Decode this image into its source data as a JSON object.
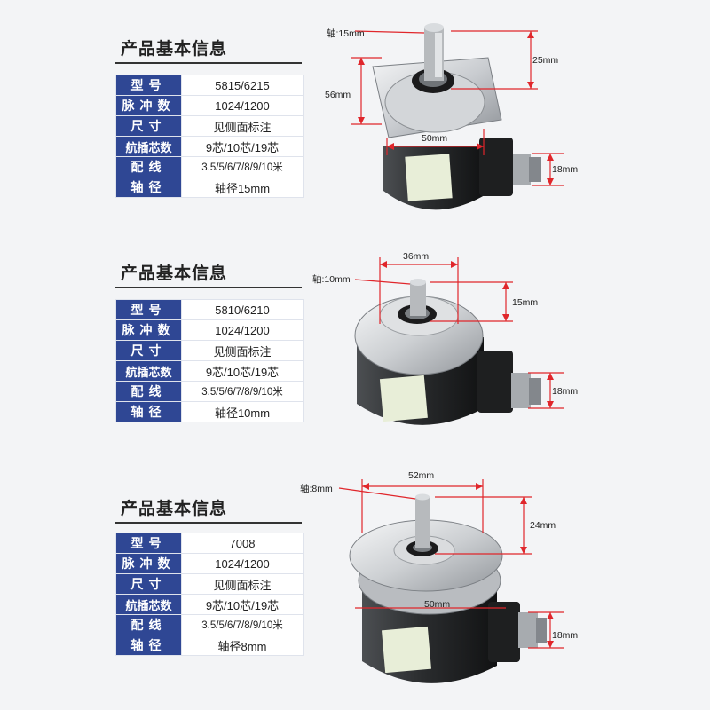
{
  "sections": [
    {
      "title": "产品基本信息",
      "rows": [
        {
          "key": "型号",
          "value": "5815/6215"
        },
        {
          "key": "脉冲数",
          "value": "1024/1200"
        },
        {
          "key": "尺寸",
          "value": "见侧面标注"
        },
        {
          "key": "航插芯数",
          "value": "9芯/10芯/19芯"
        },
        {
          "key": "配线",
          "value": "3.5/5/6/7/8/9/10米"
        },
        {
          "key": "轴径",
          "value": "轴径15mm"
        }
      ],
      "dims": {
        "shaft": "轴:15mm",
        "a": "25mm",
        "b": "56mm",
        "c": "50mm",
        "d": "18mm"
      }
    },
    {
      "title": "产品基本信息",
      "rows": [
        {
          "key": "型号",
          "value": "5810/6210"
        },
        {
          "key": "脉冲数",
          "value": "1024/1200"
        },
        {
          "key": "尺寸",
          "value": "见侧面标注"
        },
        {
          "key": "航插芯数",
          "value": "9芯/10芯/19芯"
        },
        {
          "key": "配线",
          "value": "3.5/5/6/7/8/9/10米"
        },
        {
          "key": "轴径",
          "value": "轴径10mm"
        }
      ],
      "dims": {
        "shaft": "轴:10mm",
        "a": "36mm",
        "b": "15mm",
        "c": "18mm"
      }
    },
    {
      "title": "产品基本信息",
      "rows": [
        {
          "key": "型号",
          "value": "7008"
        },
        {
          "key": "脉冲数",
          "value": "1024/1200"
        },
        {
          "key": "尺寸",
          "value": "见侧面标注"
        },
        {
          "key": "航插芯数",
          "value": "9芯/10芯/19芯"
        },
        {
          "key": "配线",
          "value": "3.5/5/6/7/8/9/10米"
        },
        {
          "key": "轴径",
          "value": "轴径8mm"
        }
      ],
      "dims": {
        "shaft": "轴:8mm",
        "a": "52mm",
        "b": "24mm",
        "c": "50mm",
        "d": "18mm"
      }
    }
  ],
  "colors": {
    "header_bg": "#2f4794",
    "dimension_line": "#e0262b"
  }
}
